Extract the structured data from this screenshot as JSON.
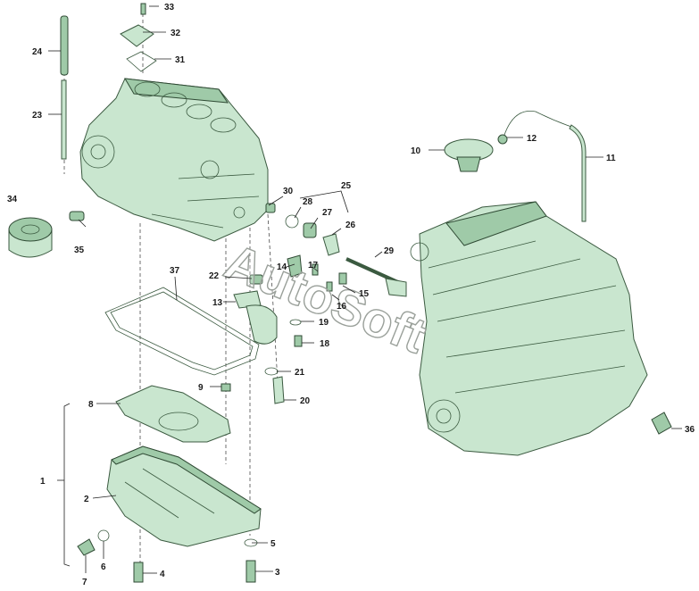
{
  "diagram": {
    "watermark": "AutoSoft",
    "callouts": [
      {
        "num": "1"
      },
      {
        "num": "2"
      },
      {
        "num": "3"
      },
      {
        "num": "4"
      },
      {
        "num": "5"
      },
      {
        "num": "6"
      },
      {
        "num": "7"
      },
      {
        "num": "8"
      },
      {
        "num": "9"
      },
      {
        "num": "10"
      },
      {
        "num": "11"
      },
      {
        "num": "12"
      },
      {
        "num": "13"
      },
      {
        "num": "14"
      },
      {
        "num": "15"
      },
      {
        "num": "16"
      },
      {
        "num": "17"
      },
      {
        "num": "18"
      },
      {
        "num": "19"
      },
      {
        "num": "20"
      },
      {
        "num": "21"
      },
      {
        "num": "22"
      },
      {
        "num": "23"
      },
      {
        "num": "24"
      },
      {
        "num": "25"
      },
      {
        "num": "26"
      },
      {
        "num": "27"
      },
      {
        "num": "28"
      },
      {
        "num": "29"
      },
      {
        "num": "30"
      },
      {
        "num": "31"
      },
      {
        "num": "32"
      },
      {
        "num": "33"
      },
      {
        "num": "34"
      },
      {
        "num": "35"
      },
      {
        "num": "36"
      },
      {
        "num": "37"
      }
    ],
    "colors": {
      "part_fill": "#c9e6cf",
      "part_stroke": "#3b5a40",
      "part_dark": "#9fcaa8"
    }
  }
}
